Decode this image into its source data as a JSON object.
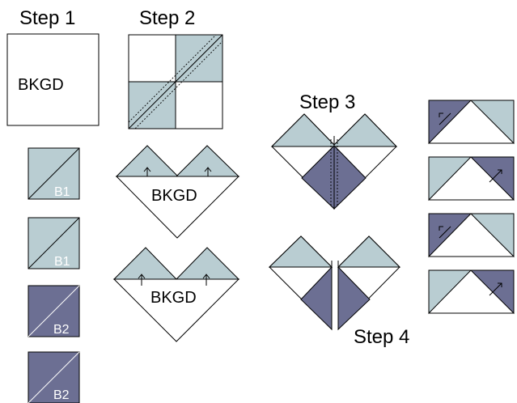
{
  "steps": {
    "step1": "Step 1",
    "step2": "Step 2",
    "step3": "Step 3",
    "step4": "Step 4"
  },
  "labels": {
    "bkgd_square": "BKGD",
    "bkgd_heart_top": "BKGD",
    "bkgd_heart_bottom": "BKGD",
    "b1_a": "B1",
    "b1_b": "B1",
    "b2_a": "B2",
    "b2_b": "B2"
  },
  "colors": {
    "light": "#b9cdd2",
    "dark": "#6c6f93",
    "background": "#ffffff",
    "outline": "#000000"
  }
}
